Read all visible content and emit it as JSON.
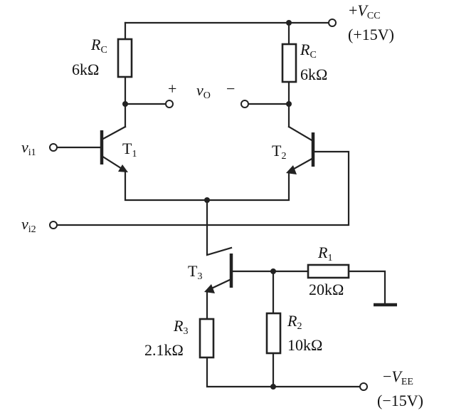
{
  "supplies": {
    "vcc": {
      "sign": "+",
      "symbol": "V",
      "sub": "CC",
      "value": "(+15V)"
    },
    "vee": {
      "sign": "−",
      "symbol": "V",
      "sub": "EE",
      "value": "(−15V)"
    }
  },
  "inputs": {
    "vi1": {
      "symbol": "v",
      "sub": "i1"
    },
    "vi2": {
      "symbol": "v",
      "sub": "i2"
    }
  },
  "output": {
    "plus": "+",
    "symbol": "v",
    "sub": "O",
    "minus": "−"
  },
  "resistors": {
    "rc_left": {
      "symbol": "R",
      "sub": "C",
      "value": "6kΩ"
    },
    "rc_right": {
      "symbol": "R",
      "sub": "C",
      "value": "6kΩ"
    },
    "r1": {
      "symbol": "R",
      "sub": "1",
      "value": "20kΩ"
    },
    "r2": {
      "symbol": "R",
      "sub": "2",
      "value": "10kΩ"
    },
    "r3": {
      "symbol": "R",
      "sub": "3",
      "value": "2.1kΩ"
    }
  },
  "transistors": {
    "t1": {
      "symbol": "T",
      "sub": "1"
    },
    "t2": {
      "symbol": "T",
      "sub": "2"
    },
    "t3": {
      "symbol": "T",
      "sub": "3"
    }
  }
}
